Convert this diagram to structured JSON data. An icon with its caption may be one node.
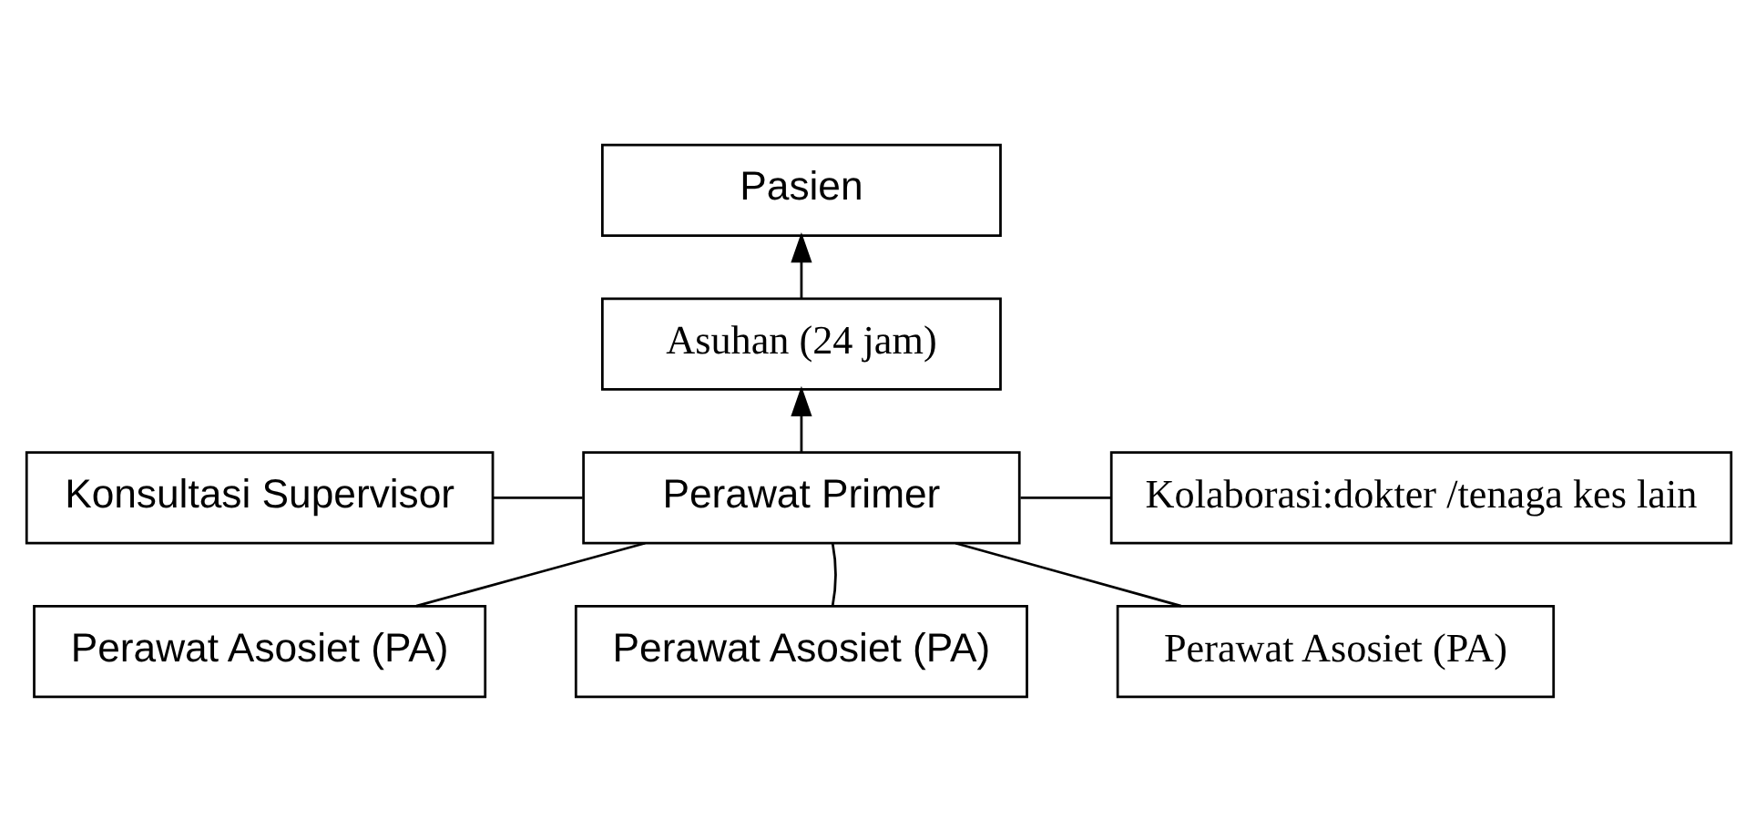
{
  "diagram": {
    "nodes": [
      {
        "text": [
          "Pasien"
        ]
      },
      {
        "text": [
          "Asuhan (24 jam)"
        ]
      },
      {
        "text": [
          "Konsultasi Supervisor"
        ]
      },
      {
        "text": [
          "Perawat Primer"
        ]
      },
      {
        "text": [
          "Kolaborasi:dokter /tenaga kes lain"
        ]
      },
      {
        "text": [
          "Perawat Asosiet (PA)"
        ]
      },
      {
        "text": [
          "Perawat Asosiet (PA)"
        ]
      },
      {
        "text": [
          "Perawat Asosiet (PA)"
        ]
      }
    ],
    "edges": [
      {
        "from": 1,
        "to": 0,
        "arrow": "to"
      },
      {
        "from": 3,
        "to": 1,
        "arrow": "to"
      },
      {
        "from": 2,
        "to": 3,
        "arrow": "none"
      },
      {
        "from": 3,
        "to": 4,
        "arrow": "none"
      },
      {
        "from": 3,
        "to": 5,
        "arrow": "none"
      },
      {
        "from": 3,
        "to": 6,
        "arrow": "none"
      },
      {
        "from": 3,
        "to": 7,
        "arrow": "none"
      }
    ]
  }
}
